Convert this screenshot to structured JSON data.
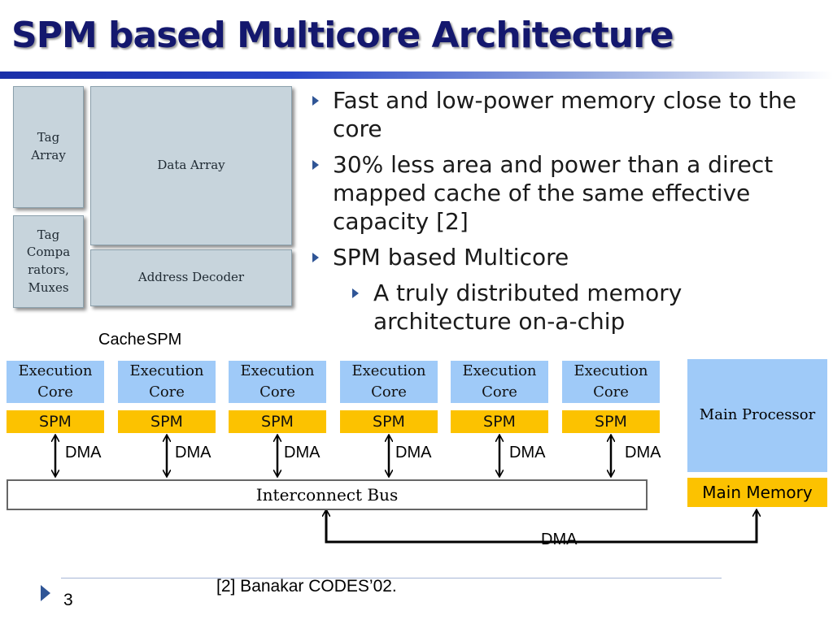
{
  "title": "SPM based Multicore Architecture",
  "cache_diagram": {
    "tag_array": "Tag\nArray",
    "data_array": "Data Array",
    "tag_comparators": "Tag\nCompa\nrators,\nMuxes",
    "address_decoder": "Address Decoder",
    "label_cache": "Cache",
    "label_spm": "SPM"
  },
  "bullets": [
    {
      "level": 1,
      "text": "Fast and low-power memory close to the core"
    },
    {
      "level": 1,
      "text": "30% less area and power than a direct mapped cache of the same effective capacity [2]"
    },
    {
      "level": 1,
      "text": "SPM based Multicore"
    },
    {
      "level": 2,
      "text": "A truly distributed memory architecture on-a-chip"
    }
  ],
  "cores": [
    {
      "core": "Execution\nCore",
      "spm": "SPM",
      "dma": "DMA"
    },
    {
      "core": "Execution\nCore",
      "spm": "SPM",
      "dma": "DMA"
    },
    {
      "core": "Execution\nCore",
      "spm": "SPM",
      "dma": "DMA"
    },
    {
      "core": "Execution\nCore",
      "spm": "SPM",
      "dma": "DMA"
    },
    {
      "core": "Execution\nCore",
      "spm": "SPM",
      "dma": "DMA"
    },
    {
      "core": "Execution\nCore",
      "spm": "SPM",
      "dma": "DMA"
    }
  ],
  "interconnect_bus": "Interconnect Bus",
  "main_processor": "Main Processor",
  "main_memory": "Main Memory",
  "bottom_dma": "DMA",
  "footer": {
    "page_number": "3",
    "reference": "[2] Banakar CODES’02."
  },
  "colors": {
    "title": "#14186e",
    "core_fill": "#9fcaf8",
    "spm_fill": "#fcc200",
    "bullet_accent": "#2f5596"
  }
}
